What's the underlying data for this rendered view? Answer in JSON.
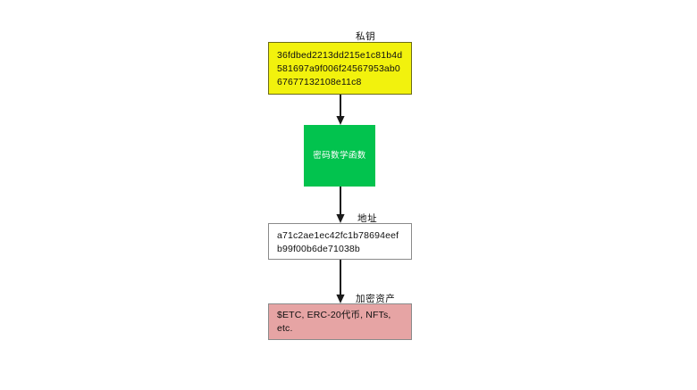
{
  "diagram": {
    "type": "flowchart",
    "orientation": "vertical",
    "background_color": "#ffffff",
    "nodes": [
      {
        "id": "private-key",
        "label": "私钥",
        "text": "36fdbed2213dd215e1c81b4d581697a9f006f24567953ab067677132108e11c8",
        "fill_color": "#f2f20d",
        "border_color": "#6b6b16",
        "text_color": "#101010"
      },
      {
        "id": "crypto-function",
        "label": "",
        "text": "密码数学函数",
        "fill_color": "#02c34e",
        "border_color": "none",
        "text_color": "#ffffff"
      },
      {
        "id": "address",
        "label": "地址",
        "text": "a71c2ae1ec42fc1b78694eefb99f00b6de71038b",
        "fill_color": "#ffffff",
        "border_color": "#8a8a8a",
        "text_color": "#101010"
      },
      {
        "id": "crypto-assets",
        "label": "加密资产",
        "text": "$ETC, ERC-20代币, NFTs, etc.",
        "fill_color": "#e6a4a4",
        "border_color": "#8a8a8a",
        "text_color": "#101010"
      }
    ],
    "edges": [
      {
        "id": "key-to-function",
        "from": "private-key",
        "to": "crypto-function",
        "color": "#1a1a1a"
      },
      {
        "id": "function-to-addr",
        "from": "crypto-function",
        "to": "address",
        "color": "#1a1a1a"
      },
      {
        "id": "addr-to-assets",
        "from": "address",
        "to": "crypto-assets",
        "color": "#1a1a1a"
      }
    ]
  }
}
